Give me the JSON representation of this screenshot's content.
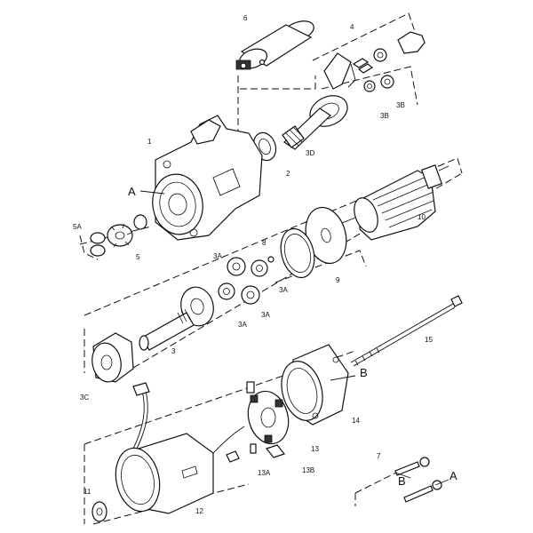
{
  "diagram": {
    "labels": {
      "l1": "1",
      "l2": "2",
      "l3": "3",
      "l3A": "3A",
      "l3B": "3B",
      "l3C": "3C",
      "l3D": "3D",
      "l4": "4",
      "l5": "5",
      "l5A": "5A",
      "l6": "6",
      "l7": "7",
      "l8": "8",
      "l9": "9",
      "l10": "10",
      "l11": "11",
      "l12": "12",
      "l13": "13",
      "l13A": "13A",
      "l13B": "13B",
      "l14": "14",
      "l15": "15",
      "lA": "A",
      "lB": "B"
    }
  }
}
